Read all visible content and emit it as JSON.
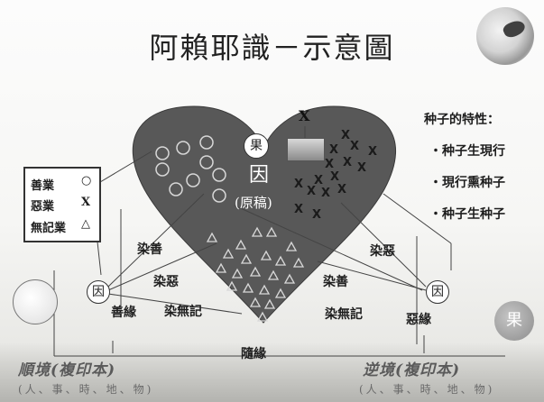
{
  "slide": {
    "title": "阿賴耶識－示意圖"
  },
  "heart": {
    "fruit_label": "果",
    "cause_label": "因",
    "draft_label": "(原稿)",
    "top_mark": "X"
  },
  "properties": {
    "title": "种子的特性：",
    "items": [
      "・种子生現行",
      "・現行熏种子",
      "・种子生种子"
    ]
  },
  "legend": {
    "rows": [
      {
        "label": "善業",
        "symbol": "○"
      },
      {
        "label": "惡業",
        "symbol": "X"
      },
      {
        "label": "無記業",
        "symbol": "△"
      }
    ]
  },
  "flows": {
    "left_cause": "因",
    "right_cause": "因",
    "left_condition": "善緣",
    "right_condition": "惡緣",
    "stain_good_left": "染善",
    "stain_evil_left": "染惡",
    "stain_neutral_left": "染無記",
    "stain_evil_right": "染惡",
    "stain_good_right": "染善",
    "stain_neutral_right": "染無記",
    "follow_condition": "隨緣",
    "right_fruit": "果"
  },
  "environments": {
    "left_title": "順境(複印本)",
    "left_sub": "(人、事、時、地、物)",
    "right_title": "逆境(複印本)",
    "right_sub": "(人、事、時、地、物)"
  }
}
